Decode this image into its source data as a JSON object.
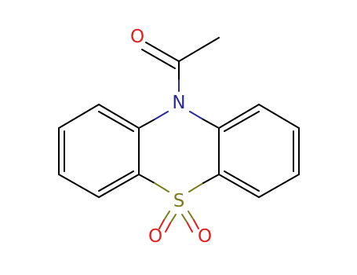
{
  "molecule": {
    "atoms": {
      "nitrogen": {
        "label": "N",
        "color": "#2a2a9a"
      },
      "sulfur": {
        "label": "S",
        "color": "#7c7c1c"
      },
      "oxygen_carbonyl": {
        "label": "O",
        "color": "#e0201c"
      },
      "oxygen_sulfonyl_left": {
        "label": "O",
        "color": "#e0201c"
      },
      "oxygen_sulfonyl_right": {
        "label": "O",
        "color": "#e0201c"
      }
    },
    "bond_color": "#000000"
  }
}
